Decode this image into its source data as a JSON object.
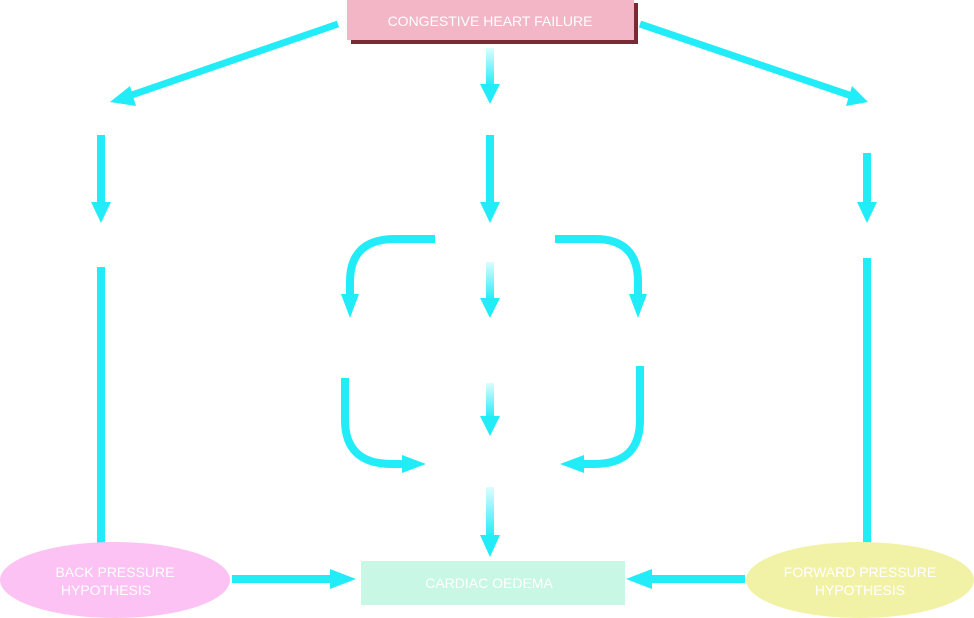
{
  "diagram": {
    "title_box": {
      "label": "CONGESTIVE HEART FAILURE",
      "fill": "#f2b6c6",
      "shadow": "#7a2a33"
    },
    "back_pressure": {
      "line1": "BACK PRESSURE",
      "line2": "HYPOTHESIS",
      "fill": "#fbc2f3"
    },
    "forward_pressure": {
      "line1": "FORWARD PRESSURE",
      "line2": "HYPOTHESIS",
      "fill": "#f2f2a6"
    },
    "outcome_box": {
      "label": "CARDIAC OEDEMA",
      "fill": "#c8f7e6"
    },
    "colors": {
      "arrow": "#21ecf7",
      "text": "#ffffff"
    }
  }
}
